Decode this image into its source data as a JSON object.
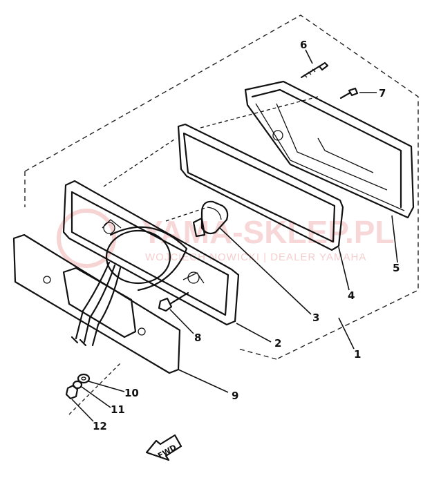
{
  "watermark": {
    "brand": "YAMA-SKLEP.PL",
    "tagline": "WOJCIECH NOWICKI | DEALER YAMAHA"
  },
  "parts": [
    {
      "id": "part-1",
      "number": "1"
    },
    {
      "id": "part-2",
      "number": "2"
    },
    {
      "id": "part-3",
      "number": "3"
    },
    {
      "id": "part-4",
      "number": "4"
    },
    {
      "id": "part-5",
      "number": "5"
    },
    {
      "id": "part-6",
      "number": "6"
    },
    {
      "id": "part-7",
      "number": "7"
    },
    {
      "id": "part-8",
      "number": "8"
    },
    {
      "id": "part-9",
      "number": "9"
    },
    {
      "id": "part-10",
      "number": "10"
    },
    {
      "id": "part-11",
      "number": "11"
    },
    {
      "id": "part-12",
      "number": "12"
    }
  ],
  "direction_arrow": {
    "label": "FWD"
  }
}
